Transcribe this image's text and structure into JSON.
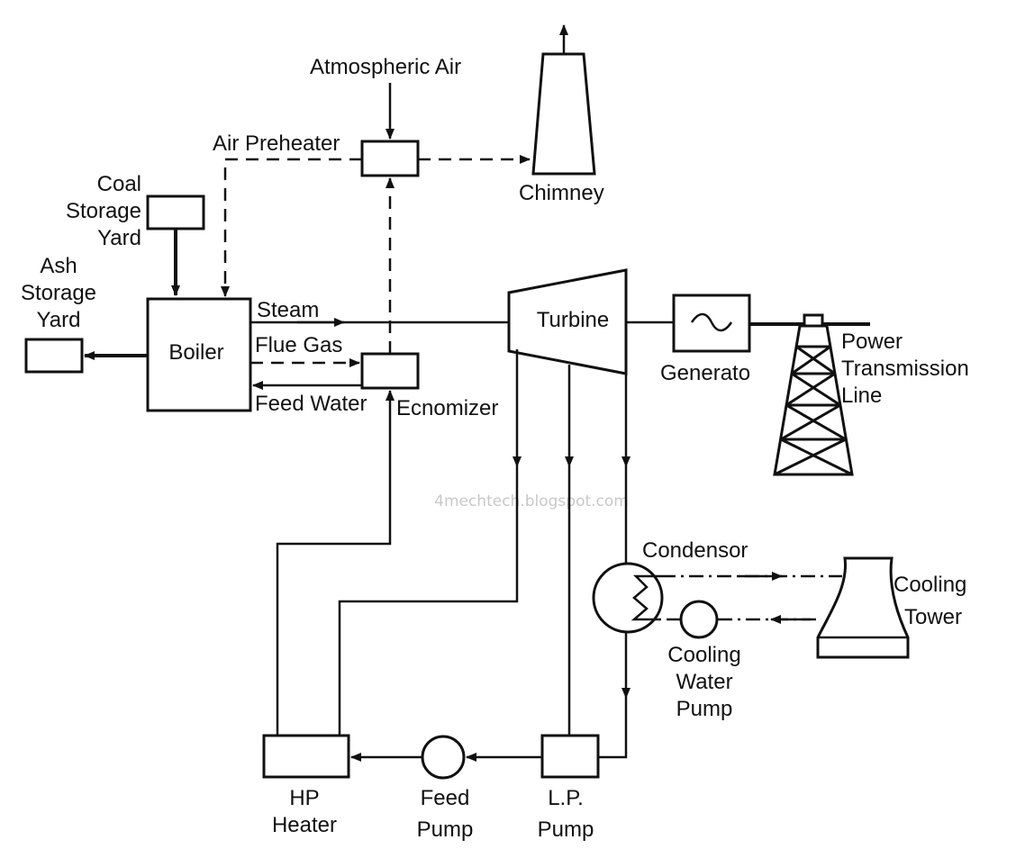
{
  "labels": {
    "atmospheric_air": "Atmospheric Air",
    "air_preheater": "Air Preheater",
    "chimney": "Chimney",
    "coal_1": "Coal",
    "coal_2": "Storage",
    "coal_3": "Yard",
    "ash_1": "Ash",
    "ash_2": "Storage",
    "ash_3": "Yard",
    "boiler": "Boiler",
    "steam": "Steam",
    "flue_gas": "Flue Gas",
    "feed_water": "Feed Water",
    "economizer": "Ecnomizer",
    "turbine": "Turbine",
    "generator": "Generato",
    "power_1": "Power",
    "power_2": "Transmission",
    "power_3": "Line",
    "condensor": "Condensor",
    "cooling_tower_1": "Cooling",
    "cooling_tower_2": "Tower",
    "cwp_1": "Cooling",
    "cwp_2": "Water",
    "cwp_3": "Pump",
    "hp_1": "HP",
    "hp_2": "Heater",
    "feed_pump_1": "Feed",
    "feed_pump_2": "Pump",
    "lp_1": "L.P.",
    "lp_2": "Pump",
    "generator_symbol": "~"
  },
  "watermark": "4mechtech.blogspot.com"
}
